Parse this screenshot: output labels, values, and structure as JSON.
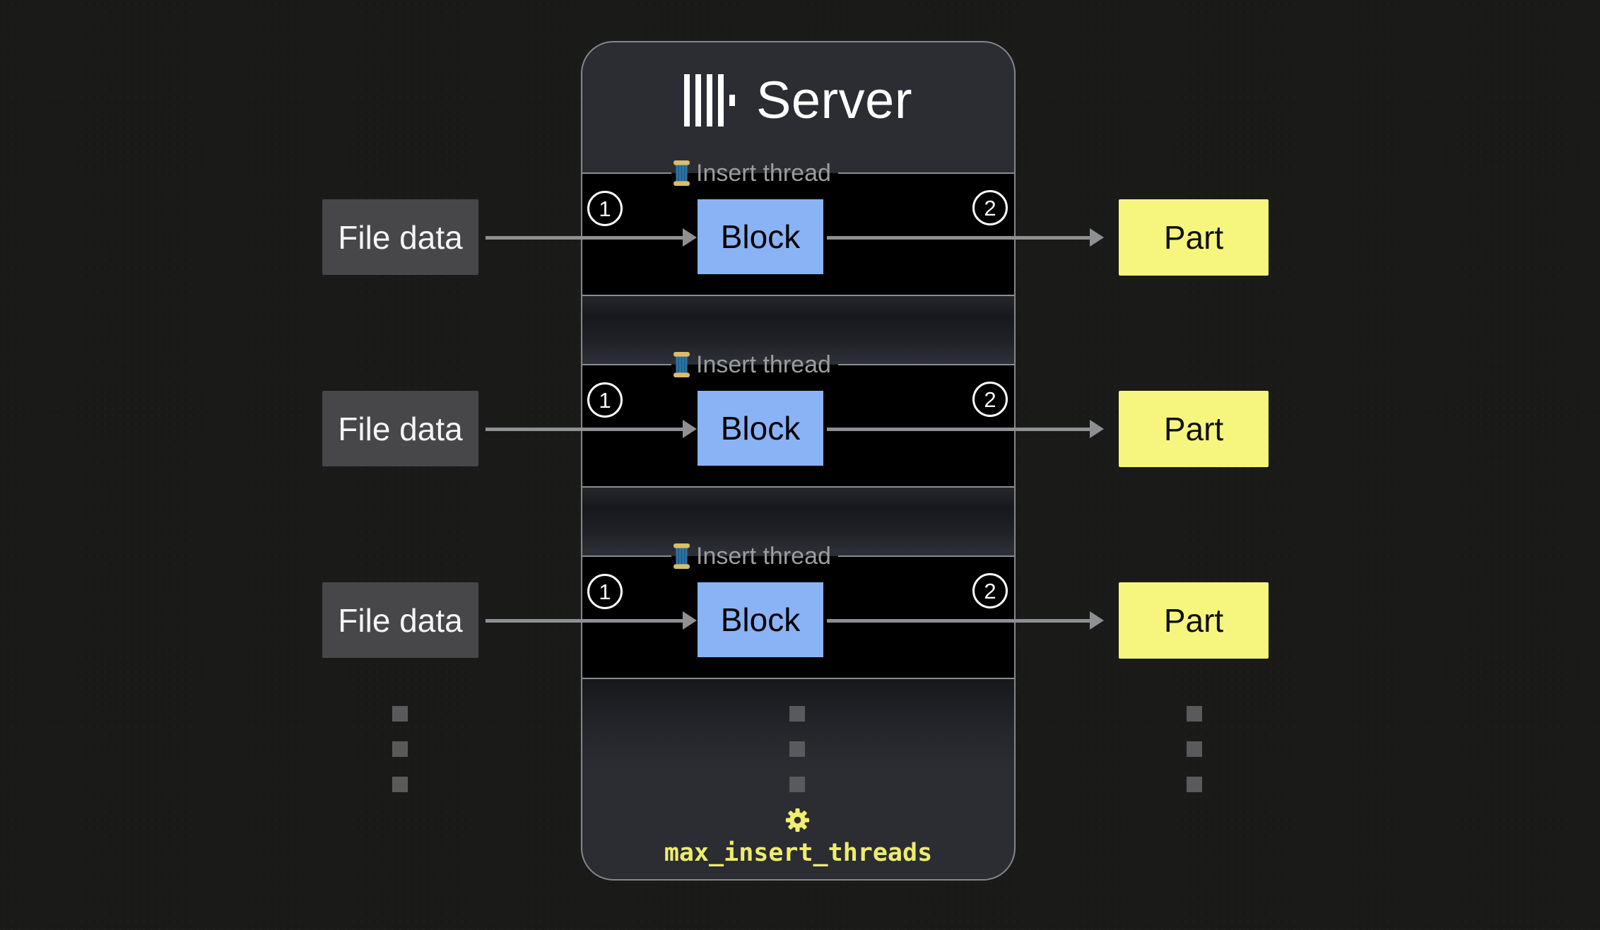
{
  "canvas": {
    "bg": "#1a1a18"
  },
  "server": {
    "title": "Server",
    "panel_bg": "#2b2d32",
    "border_color": "#85878c",
    "threads": [
      {
        "legend": "Insert thread",
        "in_step": "1",
        "block_label": "Block",
        "out_step": "2"
      },
      {
        "legend": "Insert thread",
        "in_step": "1",
        "block_label": "Block",
        "out_step": "2"
      },
      {
        "legend": "Insert thread",
        "in_step": "1",
        "block_label": "Block",
        "out_step": "2"
      }
    ],
    "setting_label": "max_insert_threads",
    "setting_color": "#eeec6d"
  },
  "inputs": [
    "File data",
    "File data",
    "File data"
  ],
  "outputs": [
    "Part",
    "Part",
    "Part"
  ],
  "icons": {
    "logo": "clickhouse-logo",
    "thread": "thread-spool",
    "gear": "gear",
    "arrow": "arrow-right",
    "ellipsis": "vertical-square-dots"
  },
  "colors": {
    "section_bg": "#000000",
    "block_bg": "#8ab3f5",
    "part_bg": "#f6f67e",
    "input_bg": "#47474a",
    "arrow": "#8f9094",
    "legend_text": "#9d9d9d",
    "step_circle": "#ffffff",
    "dots": "#5a5a5c"
  }
}
